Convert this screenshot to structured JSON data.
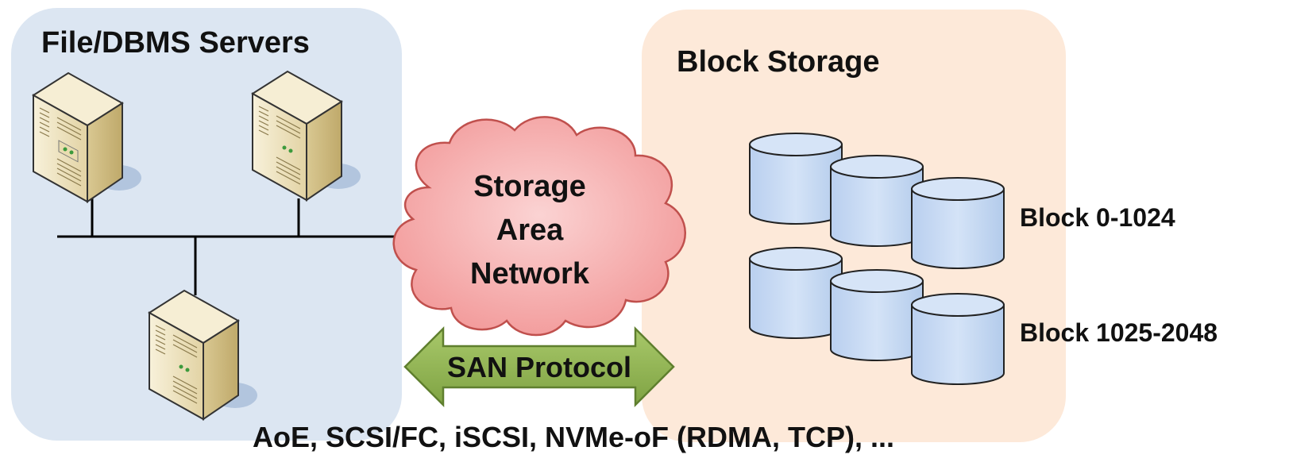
{
  "servers_panel": {
    "title": "File/DBMS Servers",
    "server_count": 3
  },
  "network": {
    "lines": [
      "Storage",
      "Area",
      "Network"
    ]
  },
  "storage_panel": {
    "title": "Block Storage",
    "groups": [
      {
        "label": "Block 0-1024"
      },
      {
        "label": "Block 1025-2048"
      }
    ]
  },
  "protocol_arrow": {
    "label": "SAN Protocol"
  },
  "footer": {
    "protocols": "AoE, SCSI/FC, iSCSI, NVMe-oF (RDMA, TCP), ..."
  },
  "colors": {
    "servers_panel_bg": "#dce6f2",
    "storage_panel_bg": "#fde9d9",
    "cloud_fill": "#f4a3a3",
    "cloud_stroke": "#c0504d",
    "disk_fill": "#c6d9f1",
    "arrow_fill": "#8db052",
    "arrow_stroke": "#5f7f2e",
    "server_body": "#efe6c8",
    "line": "#000000"
  }
}
